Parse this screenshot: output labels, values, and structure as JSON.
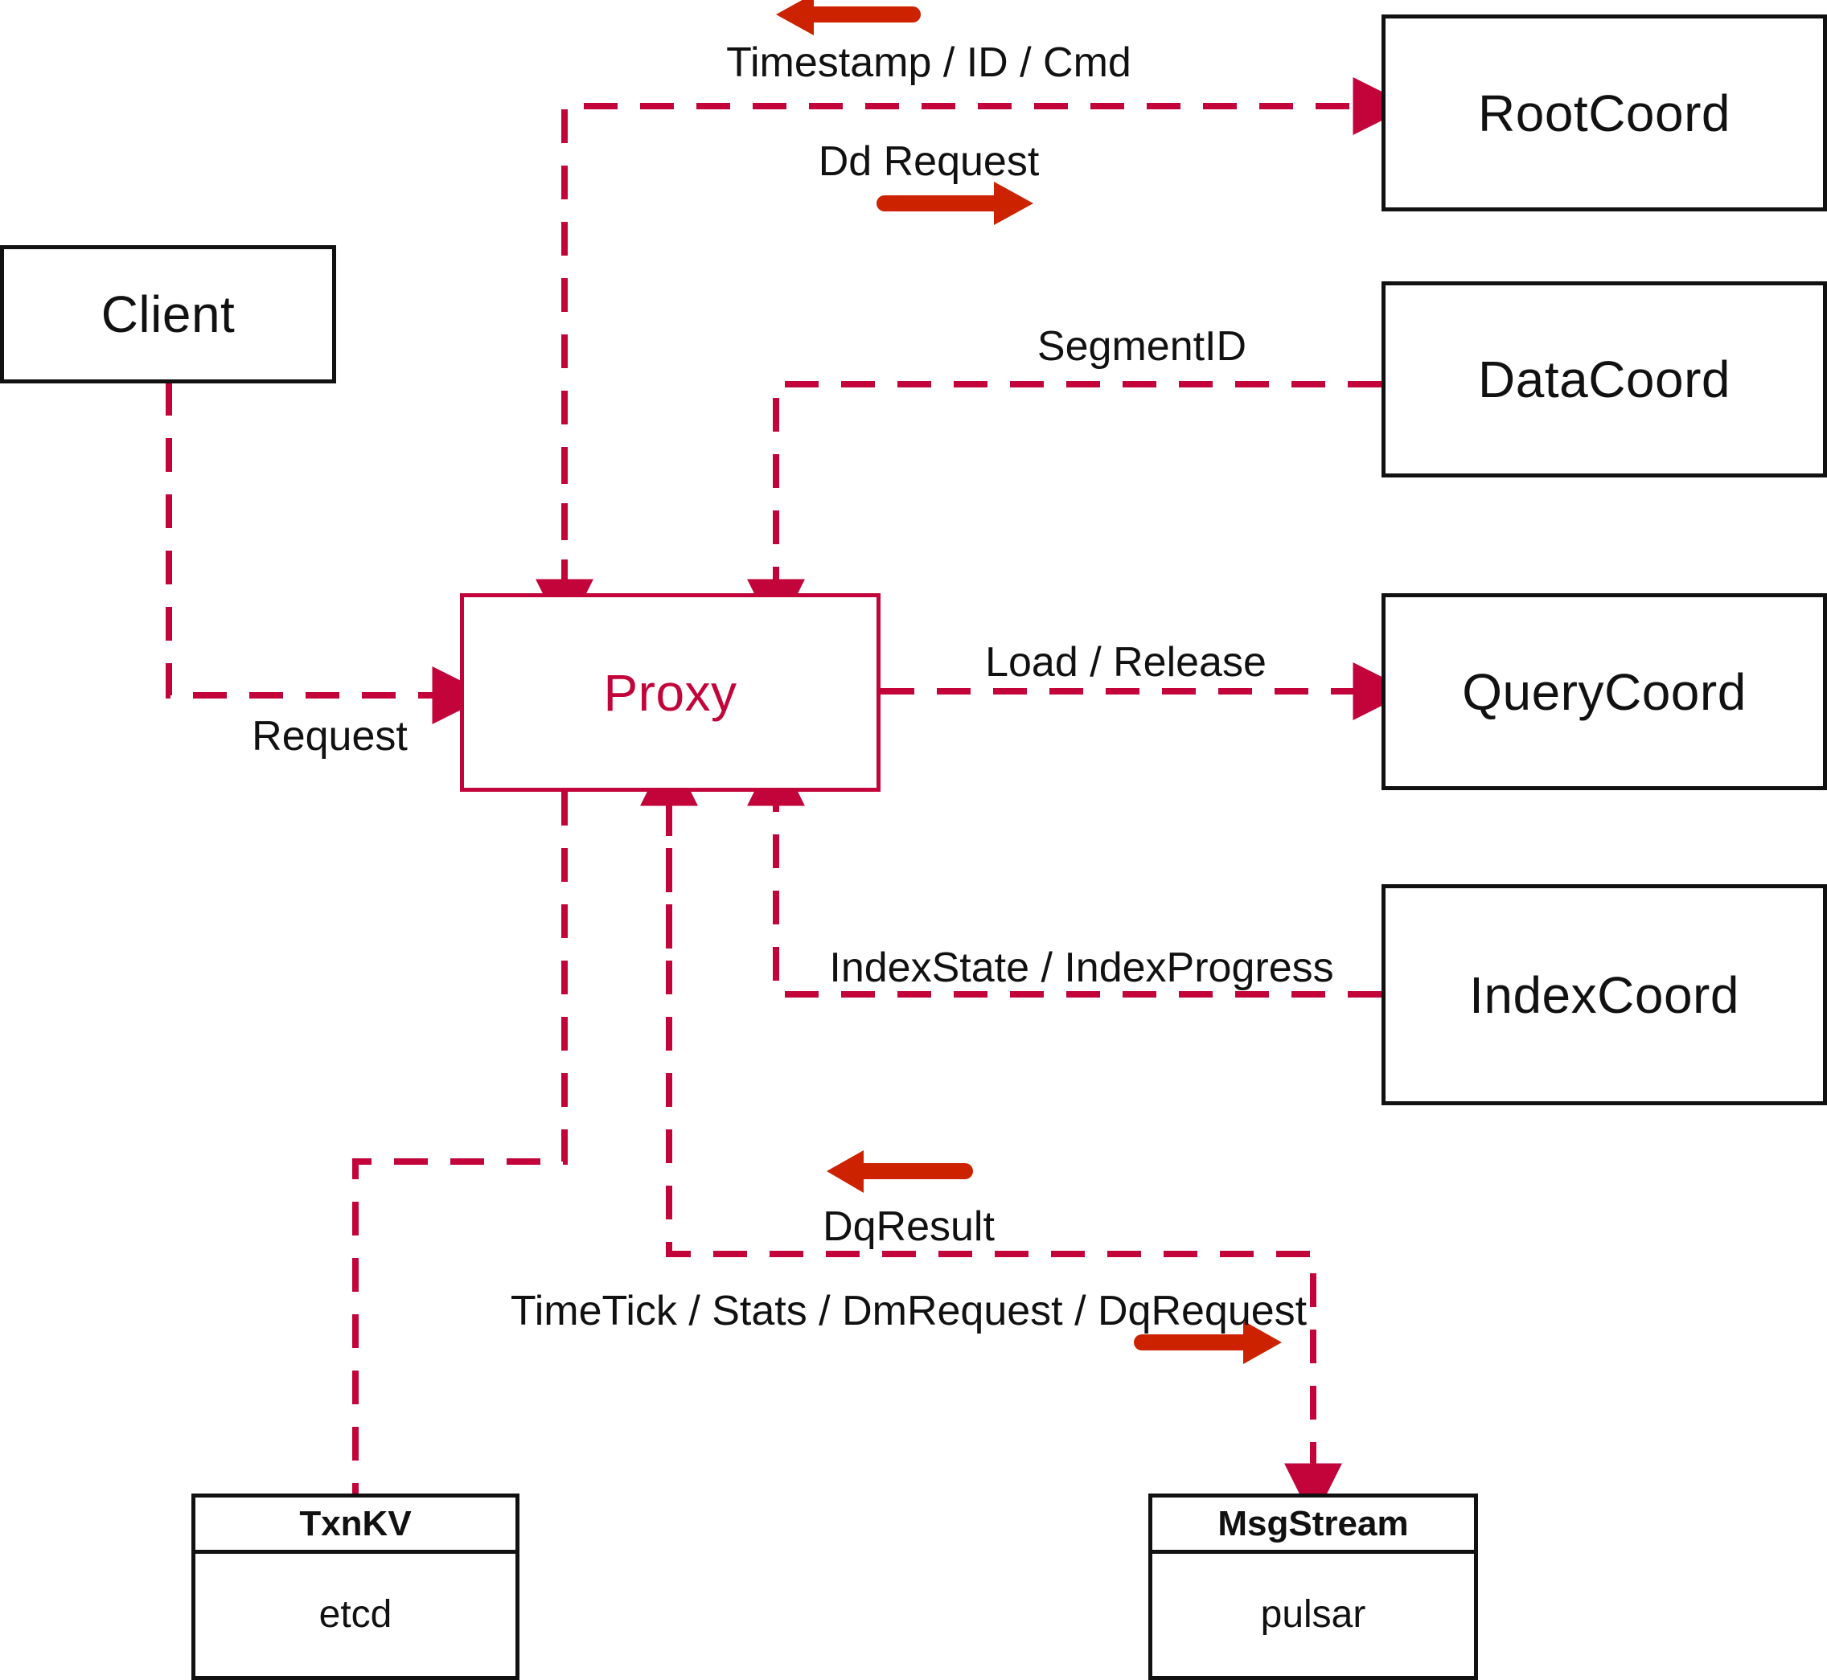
{
  "diagram": {
    "title": "Milvus Proxy interaction diagram",
    "colors": {
      "node_stroke": "#111111",
      "proxy_stroke": "#c2043a",
      "wire": "#c2043a",
      "direction_arrow": "#cc2200",
      "background": "#ffffff"
    }
  },
  "nodes": {
    "client": {
      "label": "Client"
    },
    "proxy": {
      "label": "Proxy"
    },
    "root_coord": {
      "label": "RootCoord"
    },
    "data_coord": {
      "label": "DataCoord"
    },
    "query_coord": {
      "label": "QueryCoord"
    },
    "index_coord": {
      "label": "IndexCoord"
    }
  },
  "stores": {
    "txnkv": {
      "title": "TxnKV",
      "impl": "etcd"
    },
    "msgstream": {
      "title": "MsgStream",
      "impl": "pulsar"
    }
  },
  "edge_labels": {
    "timestamp_id_cmd": "Timestamp / ID / Cmd",
    "dd_request": "Dd Request",
    "segment_id": "SegmentID",
    "load_release": "Load / Release",
    "index_state_progress": "IndexState / IndexProgress",
    "request": "Request",
    "dq_result": "DqResult",
    "timetick_stats": "TimeTick / Stats / DmRequest / DqRequest"
  }
}
